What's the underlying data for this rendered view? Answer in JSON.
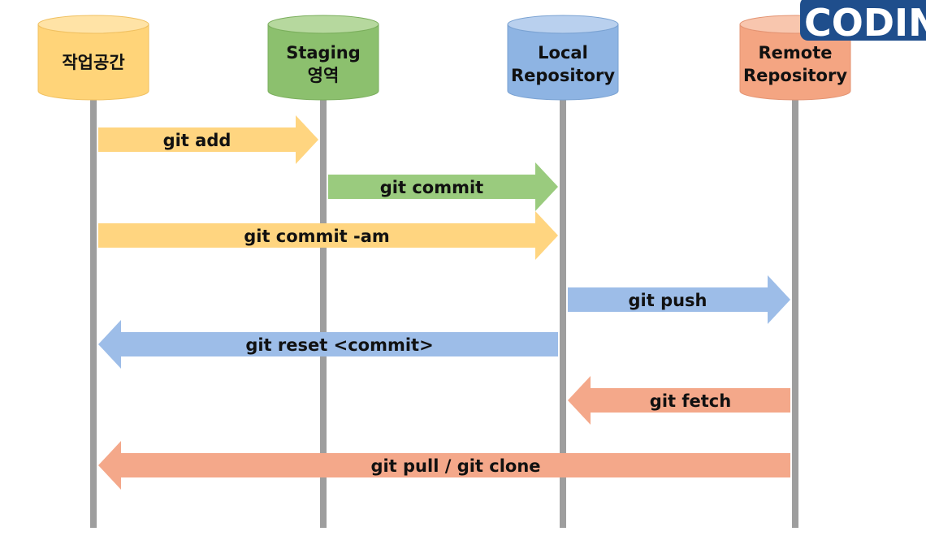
{
  "columns": [
    {
      "id": "workspace",
      "lines": [
        "작업공간"
      ],
      "fill": "#FFD479",
      "top": "#FFE3A6",
      "stroke": "#F0C060"
    },
    {
      "id": "staging",
      "lines": [
        "Staging",
        "영역"
      ],
      "fill": "#8CC06E",
      "top": "#B6D89E",
      "stroke": "#7AAE5C"
    },
    {
      "id": "local",
      "lines": [
        "Local",
        "Repository"
      ],
      "fill": "#8EB4E3",
      "top": "#B9D0EE",
      "stroke": "#7AA2D2"
    },
    {
      "id": "remote",
      "lines": [
        "Remote",
        "Repository"
      ],
      "fill": "#F4A582",
      "top": "#F8C6AE",
      "stroke": "#E39372"
    }
  ],
  "arrows": [
    {
      "id": "git-add",
      "label": "git add",
      "from": "workspace",
      "to": "staging",
      "color": "#FFD580"
    },
    {
      "id": "git-commit",
      "label": "git commit",
      "from": "staging",
      "to": "local",
      "color": "#9ACB7E"
    },
    {
      "id": "git-commit-am",
      "label": "git commit -am",
      "from": "workspace",
      "to": "local",
      "color": "#FFD580"
    },
    {
      "id": "git-push",
      "label": "git push",
      "from": "local",
      "to": "remote",
      "color": "#9DBDE8"
    },
    {
      "id": "git-reset",
      "label": "git reset <commit>",
      "from": "local",
      "to": "workspace",
      "color": "#9DBDE8"
    },
    {
      "id": "git-fetch",
      "label": "git fetch",
      "from": "remote",
      "to": "local",
      "color": "#F4A88A"
    },
    {
      "id": "git-pull-clone",
      "label": "git pull / git clone",
      "from": "remote",
      "to": "workspace",
      "color": "#F4A88A"
    }
  ],
  "logo": {
    "text": "CODIN",
    "color": "#1F4E8C",
    "accent": "#ffffff"
  },
  "lifeline_color": "#9E9E9E"
}
